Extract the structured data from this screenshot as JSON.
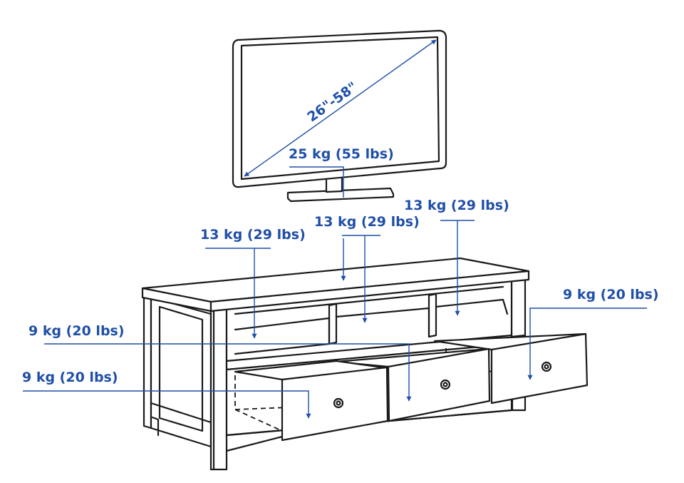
{
  "labels": {
    "screen_size": "26\"-58\"",
    "tv_load": "25 kg (55 lbs)",
    "top_center_load": "13 kg (29 lbs)",
    "right_shelf_load": "13 kg (29 lbs)",
    "left_shelf_load": "13 kg (29 lbs)",
    "right_drawer_load": "9 kg (20 lbs)",
    "center_drawer_load": "9 kg (20 lbs)",
    "left_drawer_load": "9 kg (20 lbs)"
  },
  "colors": {
    "annotation": "#1f4fa8",
    "line_art": "#1a1a1a",
    "background": "#ffffff"
  }
}
